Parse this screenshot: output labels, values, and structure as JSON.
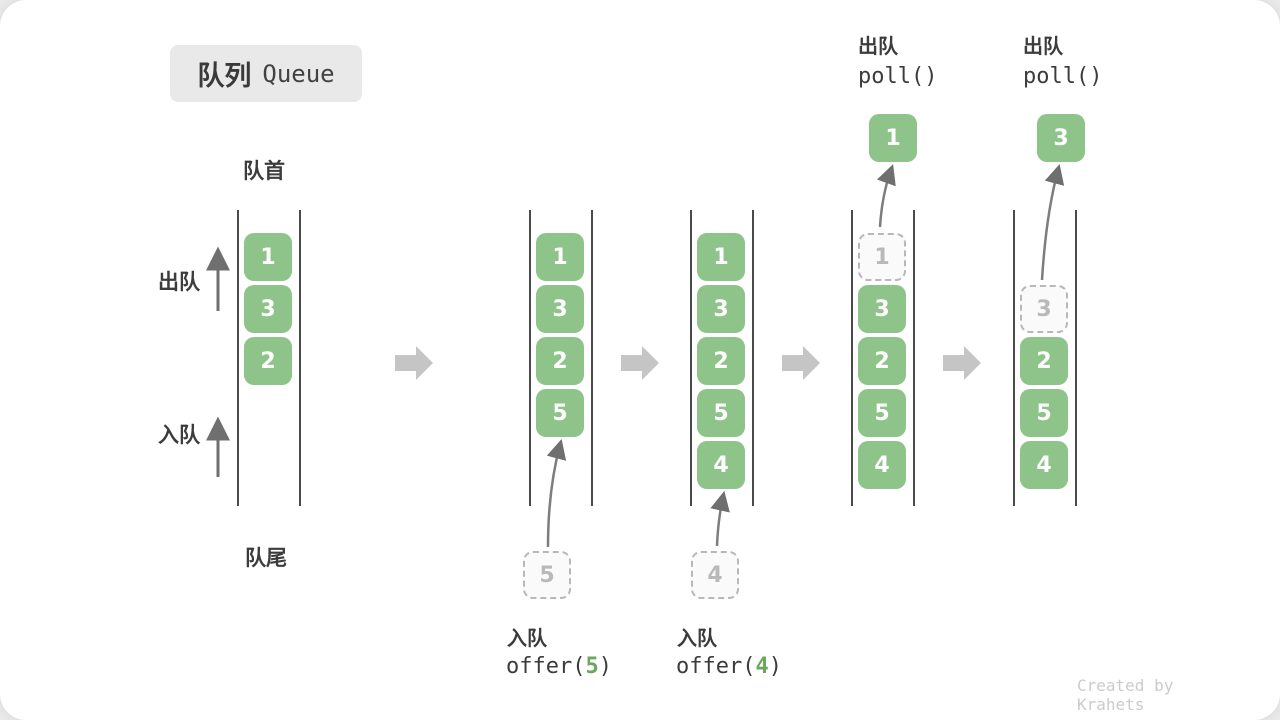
{
  "title": {
    "zh": "队列",
    "en": "Queue"
  },
  "side_labels": {
    "front": "队首",
    "rear": "队尾",
    "dequeue": "出队",
    "enqueue": "入队"
  },
  "colors": {
    "box_green": "#8ec48a",
    "code_arg_green": "#69a85e",
    "dashed_gray": "#b8b8b8",
    "column_line": "#4a4a4a",
    "block_arrow": "#c5c5c5",
    "thin_arrow": "#757575",
    "label_text": "#3c3c3c",
    "title_bg": "#e9e9e9",
    "watermark": "#cbcbcb"
  },
  "states": [
    {
      "name": "initial",
      "boxes": [
        {
          "value": "1",
          "style": "solid",
          "slot": 0
        },
        {
          "value": "3",
          "style": "solid",
          "slot": 1
        },
        {
          "value": "2",
          "style": "solid",
          "slot": 2
        }
      ]
    },
    {
      "name": "after-offer-5",
      "boxes": [
        {
          "value": "1",
          "style": "solid",
          "slot": 0
        },
        {
          "value": "3",
          "style": "solid",
          "slot": 1
        },
        {
          "value": "2",
          "style": "solid",
          "slot": 2
        },
        {
          "value": "5",
          "style": "solid",
          "slot": 3
        }
      ],
      "pending": {
        "value": "5"
      },
      "op_bottom": {
        "action": "入队",
        "code_pre": "offer(",
        "code_arg": "5",
        "code_post": ")"
      }
    },
    {
      "name": "after-offer-4",
      "boxes": [
        {
          "value": "1",
          "style": "solid",
          "slot": 0
        },
        {
          "value": "3",
          "style": "solid",
          "slot": 1
        },
        {
          "value": "2",
          "style": "solid",
          "slot": 2
        },
        {
          "value": "5",
          "style": "solid",
          "slot": 3
        },
        {
          "value": "4",
          "style": "solid",
          "slot": 4
        }
      ],
      "pending": {
        "value": "4"
      },
      "op_bottom": {
        "action": "入队",
        "code_pre": "offer(",
        "code_arg": "4",
        "code_post": ")"
      }
    },
    {
      "name": "after-poll-1",
      "boxes": [
        {
          "value": "1",
          "style": "dashed",
          "slot": 0
        },
        {
          "value": "3",
          "style": "solid",
          "slot": 1
        },
        {
          "value": "2",
          "style": "solid",
          "slot": 2
        },
        {
          "value": "5",
          "style": "solid",
          "slot": 3
        },
        {
          "value": "4",
          "style": "solid",
          "slot": 4
        }
      ],
      "floating": {
        "value": "1"
      },
      "op_top": {
        "action": "出队",
        "code": "poll()"
      }
    },
    {
      "name": "after-poll-3",
      "boxes": [
        {
          "value": "3",
          "style": "dashed",
          "slot": 1
        },
        {
          "value": "2",
          "style": "solid",
          "slot": 2
        },
        {
          "value": "5",
          "style": "solid",
          "slot": 3
        },
        {
          "value": "4",
          "style": "solid",
          "slot": 4
        }
      ],
      "floating": {
        "value": "3"
      },
      "op_top": {
        "action": "出队",
        "code": "poll()"
      }
    }
  ],
  "watermark": "Created by Krahets"
}
